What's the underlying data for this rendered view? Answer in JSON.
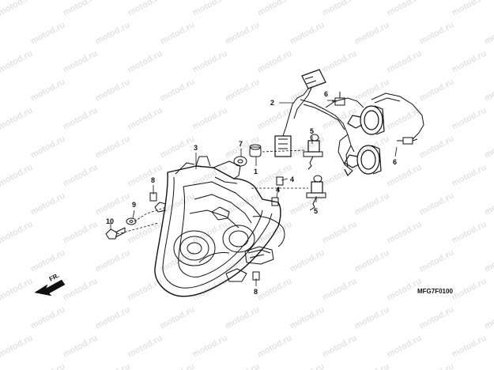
{
  "watermark": {
    "text": "motod.ru",
    "color": "#e3e3e3"
  },
  "diagram_code": "MFG7F0100",
  "direction_label": "FR.",
  "callouts": {
    "c2": "2",
    "c3": "3",
    "c7": "7",
    "c1": "1",
    "c5a": "5",
    "c5b": "5",
    "c6a": "6",
    "c6b": "6",
    "c4a": "4",
    "c4b": "4",
    "c8a": "8",
    "c8b": "8",
    "c9": "9",
    "c10": "10"
  },
  "colors": {
    "line": "#111111",
    "background": "#ffffff"
  }
}
